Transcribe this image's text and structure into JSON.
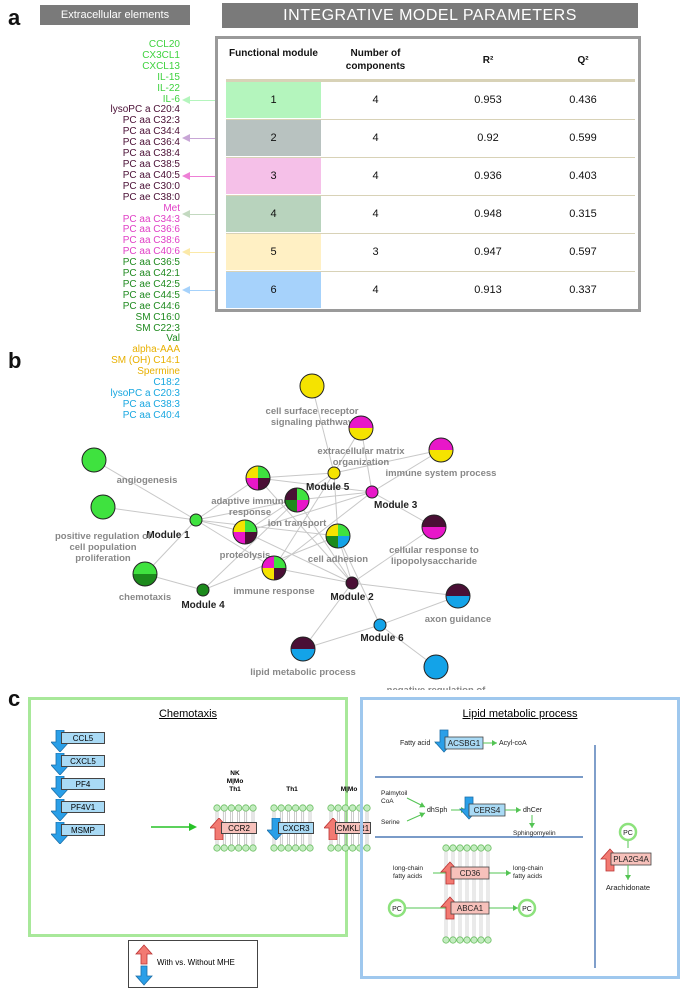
{
  "panel_a": {
    "letter": "a",
    "extracellular_header": "Extracellular elements",
    "model_header": "INTEGRATIVE MODEL PARAMETERS",
    "elements": [
      {
        "label": "CCL20",
        "color": "#3fd23f"
      },
      {
        "label": "CX3CL1",
        "color": "#3fd23f"
      },
      {
        "label": "CXCL13",
        "color": "#3fd23f"
      },
      {
        "label": "IL-15",
        "color": "#3fd23f"
      },
      {
        "label": "IL-22",
        "color": "#3fd23f"
      },
      {
        "label": "IL-6",
        "color": "#3fd23f"
      },
      {
        "label": "lysoPC a C20:4",
        "color": "#4a0f35"
      },
      {
        "label": "PC aa C32:3",
        "color": "#4a0f35"
      },
      {
        "label": "PC aa C34:4",
        "color": "#4a0f35"
      },
      {
        "label": "PC aa C36:4",
        "color": "#4a0f35"
      },
      {
        "label": "PC aa C38:4",
        "color": "#4a0f35"
      },
      {
        "label": "PC aa C38:5",
        "color": "#4a0f35"
      },
      {
        "label": "PC aa C40:5",
        "color": "#4a0f35"
      },
      {
        "label": "PC ae C30:0",
        "color": "#4a0f35"
      },
      {
        "label": "PC ae C38:0",
        "color": "#4a0f35"
      },
      {
        "label": "Met",
        "color": "#e03fc6"
      },
      {
        "label": "PC aa C34:3",
        "color": "#e03fc6"
      },
      {
        "label": "PC aa C36:6",
        "color": "#e03fc6"
      },
      {
        "label": "PC aa C38:6",
        "color": "#e03fc6"
      },
      {
        "label": "PC aa C40:6",
        "color": "#e03fc6"
      },
      {
        "label": "PC aa C36:5",
        "color": "#1f8a1f"
      },
      {
        "label": "PC aa C42:1",
        "color": "#1f8a1f"
      },
      {
        "label": "PC ae C42:5",
        "color": "#1f8a1f"
      },
      {
        "label": "PC ae C44:5",
        "color": "#1f8a1f"
      },
      {
        "label": "PC ae C44:6",
        "color": "#1f8a1f"
      },
      {
        "label": "SM C16:0",
        "color": "#1f8a1f"
      },
      {
        "label": "SM C22:3",
        "color": "#1f8a1f"
      },
      {
        "label": "Val",
        "color": "#1f8a1f"
      },
      {
        "label": "alpha-AAA",
        "color": "#e8b000"
      },
      {
        "label": "SM (OH) C14:1",
        "color": "#e8b000"
      },
      {
        "label": "Spermine",
        "color": "#e8b000"
      },
      {
        "label": "C18:2",
        "color": "#18a7e0"
      },
      {
        "label": "lysoPC a C20:3",
        "color": "#18a7e0"
      },
      {
        "label": "PC aa C38:3",
        "color": "#18a7e0"
      },
      {
        "label": "PC aa C40:4",
        "color": "#18a7e0"
      }
    ],
    "table": {
      "headers": {
        "module": "Functional module",
        "components": "Number of components",
        "r2": "R²",
        "q2": "Q²"
      },
      "rows": [
        {
          "module": "1",
          "components": "4",
          "r2": "0.953",
          "q2": "0.436",
          "color": "#b4f5bd",
          "arrow": "#b4f5bd"
        },
        {
          "module": "2",
          "components": "4",
          "r2": "0.92",
          "q2": "0.599",
          "color": "#b8c2c0",
          "arrow": "#c8a6d6"
        },
        {
          "module": "3",
          "components": "4",
          "r2": "0.936",
          "q2": "0.403",
          "color": "#f5c0e8",
          "arrow": "#ee7fd6"
        },
        {
          "module": "4",
          "components": "4",
          "r2": "0.948",
          "q2": "0.315",
          "color": "#b8d3bd",
          "arrow": "#c3d9c0"
        },
        {
          "module": "5",
          "components": "3",
          "r2": "0.947",
          "q2": "0.597",
          "color": "#fff0c4",
          "arrow": "#fbe9a8"
        },
        {
          "module": "6",
          "components": "4",
          "r2": "0.913",
          "q2": "0.337",
          "color": "#a6d2fb",
          "arrow": "#a6d2fb"
        }
      ]
    }
  },
  "panel_b": {
    "letter": "b",
    "colors": {
      "m1": "#3fe23f",
      "m2": "#4a0f35",
      "m3": "#e817c9",
      "m4": "#1c8a1c",
      "m5": "#f5e300",
      "m6": "#13a3e8"
    },
    "nodes": [
      {
        "id": "m1",
        "label": "Module 1",
        "kind": "module",
        "slices": [
          "m1"
        ]
      },
      {
        "id": "m2",
        "label": "Module 2",
        "kind": "module",
        "slices": [
          "m2"
        ]
      },
      {
        "id": "m3",
        "label": "Module 3",
        "kind": "module",
        "slices": [
          "m3"
        ]
      },
      {
        "id": "m4",
        "label": "Module 4",
        "kind": "module",
        "slices": [
          "m4"
        ]
      },
      {
        "id": "m5",
        "label": "Module 5",
        "kind": "module",
        "slices": [
          "m5"
        ]
      },
      {
        "id": "m6",
        "label": "Module 6",
        "kind": "module",
        "slices": [
          "m6"
        ]
      },
      {
        "id": "angio",
        "label": "angiogenesis",
        "kind": "term",
        "slices": [
          "m1"
        ]
      },
      {
        "id": "posreg",
        "label": "positive regulation of cell population proliferation",
        "kind": "term",
        "slices": [
          "m1"
        ]
      },
      {
        "id": "chemo",
        "label": "chemotaxis",
        "kind": "term",
        "slices": [
          "m1",
          "m4"
        ]
      },
      {
        "id": "adapt",
        "label": "adaptive immune response",
        "kind": "term",
        "slices": [
          "m1",
          "m2",
          "m3",
          "m5"
        ]
      },
      {
        "id": "ion",
        "label": "ion transport",
        "kind": "term",
        "slices": [
          "m1",
          "m3",
          "m4",
          "m2"
        ]
      },
      {
        "id": "prot",
        "label": "proteolysis",
        "kind": "term",
        "slices": [
          "m1",
          "m2",
          "m3",
          "m5"
        ]
      },
      {
        "id": "celladh",
        "label": "cell adhesion",
        "kind": "term",
        "slices": [
          "m1",
          "m6",
          "m4",
          "m5"
        ]
      },
      {
        "id": "immresp",
        "label": "immune response",
        "kind": "term",
        "slices": [
          "m1",
          "m2",
          "m5",
          "m3"
        ]
      },
      {
        "id": "csr",
        "label": "cell surface receptor signaling pathway",
        "kind": "term",
        "slices": [
          "m5"
        ]
      },
      {
        "id": "ecm",
        "label": "extracellular matrix organization",
        "kind": "term",
        "slices": [
          "m3",
          "m5"
        ]
      },
      {
        "id": "immsys",
        "label": "immune system process",
        "kind": "term",
        "slices": [
          "m3",
          "m5"
        ]
      },
      {
        "id": "lps",
        "label": "cellular response to lipopolysaccharide",
        "kind": "term",
        "slices": [
          "m2",
          "m3"
        ]
      },
      {
        "id": "axon",
        "label": "axon guidance",
        "kind": "term",
        "slices": [
          "m2",
          "m6"
        ]
      },
      {
        "id": "lipid",
        "label": "lipid metabolic process",
        "kind": "term",
        "slices": [
          "m2",
          "m6"
        ]
      },
      {
        "id": "negreg",
        "label": "negative regulation of transcription by RNA polymerase II",
        "kind": "term",
        "slices": [
          "m6"
        ]
      }
    ],
    "edges": [
      [
        "m1",
        "angio"
      ],
      [
        "m1",
        "posreg"
      ],
      [
        "m1",
        "chemo"
      ],
      [
        "m1",
        "adapt"
      ],
      [
        "m1",
        "ion"
      ],
      [
        "m1",
        "prot"
      ],
      [
        "m1",
        "celladh"
      ],
      [
        "m1",
        "immresp"
      ],
      [
        "m4",
        "chemo"
      ],
      [
        "m4",
        "ion"
      ],
      [
        "m4",
        "celladh"
      ],
      [
        "m5",
        "csr"
      ],
      [
        "m5",
        "adapt"
      ],
      [
        "m5",
        "prot"
      ],
      [
        "m5",
        "immresp"
      ],
      [
        "m5",
        "celladh"
      ],
      [
        "m5",
        "ecm"
      ],
      [
        "m5",
        "immsys"
      ],
      [
        "m3",
        "ecm"
      ],
      [
        "m3",
        "immsys"
      ],
      [
        "m3",
        "lps"
      ],
      [
        "m3",
        "ion"
      ],
      [
        "m3",
        "adapt"
      ],
      [
        "m3",
        "prot"
      ],
      [
        "m3",
        "immresp"
      ],
      [
        "m2",
        "ion"
      ],
      [
        "m2",
        "prot"
      ],
      [
        "m2",
        "celladh"
      ],
      [
        "m2",
        "immresp"
      ],
      [
        "m2",
        "lps"
      ],
      [
        "m2",
        "axon"
      ],
      [
        "m2",
        "lipid"
      ],
      [
        "m2",
        "adapt"
      ],
      [
        "m6",
        "axon"
      ],
      [
        "m6",
        "lipid"
      ],
      [
        "m6",
        "negreg"
      ],
      [
        "m6",
        "celladh"
      ]
    ]
  },
  "panel_c": {
    "letter": "c",
    "chemotaxis": {
      "title": "Chemotaxis",
      "down_genes": [
        "CCL5",
        "CXCL5",
        "PF4",
        "PF4V1",
        "MSMP"
      ],
      "receptors": [
        {
          "cells": "NK\nM|Mo\nTh1",
          "gene": "CCR2",
          "dir": "up"
        },
        {
          "cells": "Th1",
          "gene": "CXCR3",
          "dir": "down"
        },
        {
          "cells": "M|Mo",
          "gene": "CMKLR1",
          "dir": "up"
        }
      ]
    },
    "legend": {
      "label": "With vs. Without MHE"
    },
    "lipid": {
      "title": "Lipid metabolic process",
      "fatty_acid": "Fatty acid",
      "acsbg1": "ACSBG1",
      "acyl_coa": "Acyl-coA",
      "palmitoil": "Palmytoil\nCoA",
      "serine": "Serine",
      "dhsph": "dhSph",
      "cers4": "CERS4",
      "dhcer": "dhCer",
      "sphingomyelin": "Sphingomyelin",
      "lcfa_left": "long-chain\nfatty acids",
      "lcfa_right": "long-chain\nfatty acids",
      "cd36": "CD36",
      "abca1": "ABCA1",
      "pc": "PC",
      "pla2g4a": "PLA2G4A",
      "arachidonate": "Arachidonate"
    }
  }
}
